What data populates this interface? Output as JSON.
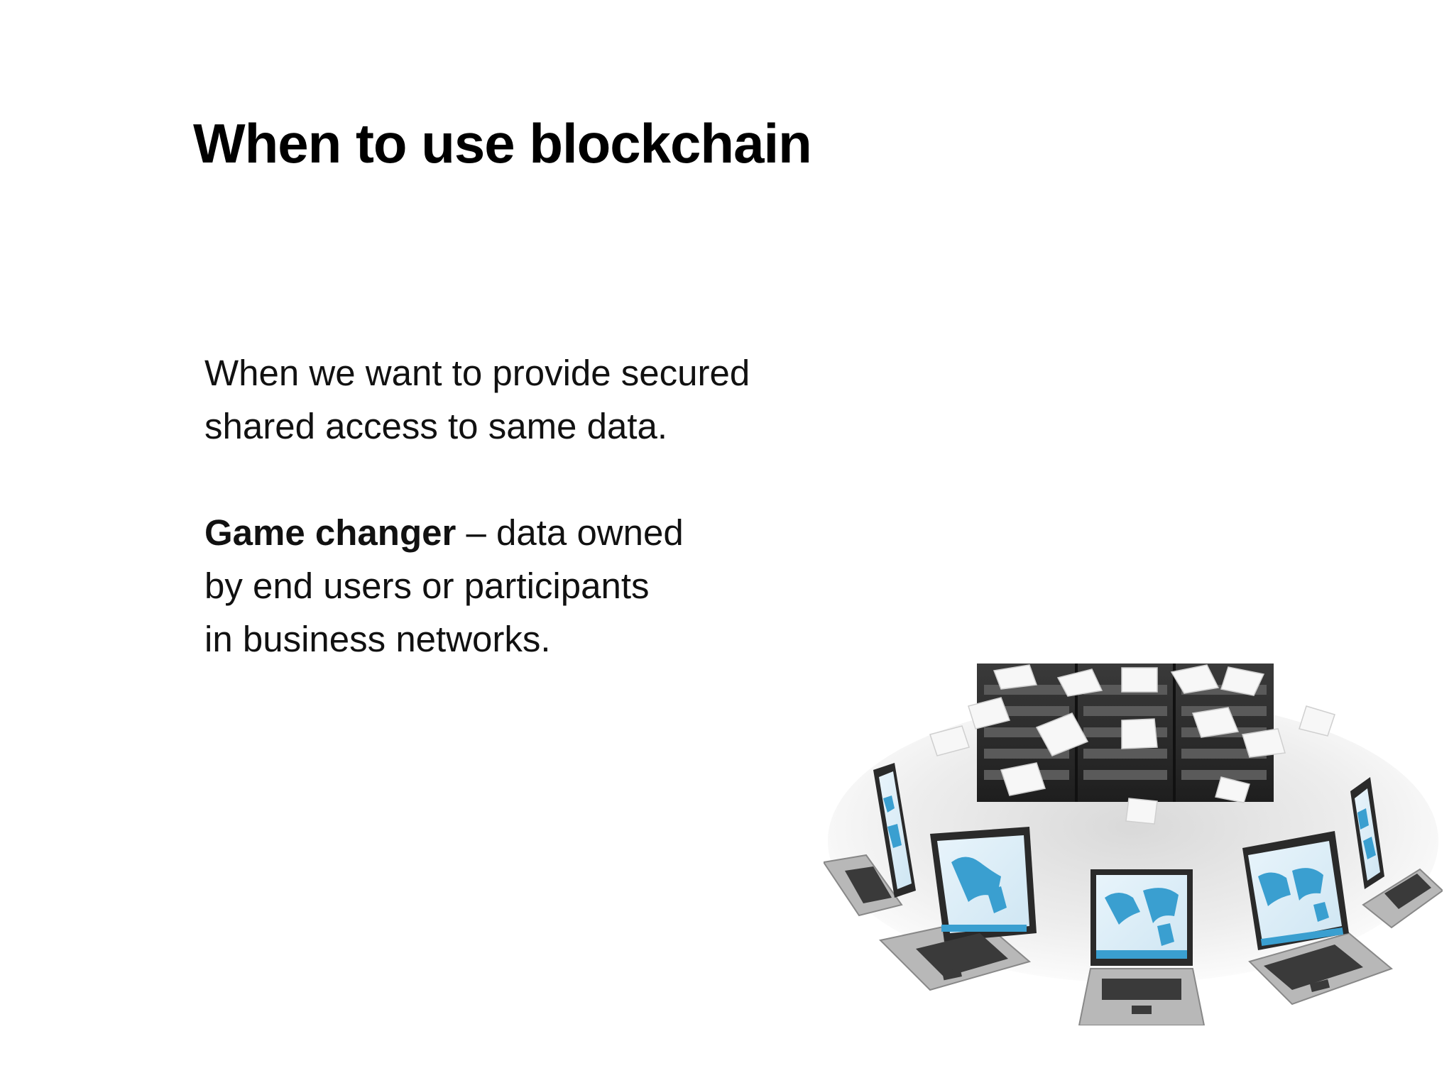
{
  "slide": {
    "title": "When to use blockchain",
    "paragraph1": {
      "line1": "When we want to provide secured",
      "line2": "shared access to same data."
    },
    "paragraph2": {
      "bold_lead": "Game changer",
      "rest_line1": " – data owned",
      "line2": "by end users or participants",
      "line3": "in business networks."
    },
    "illustration": {
      "icon": "network-servers-laptops-illustration"
    }
  },
  "colors": {
    "background": "#ffffff",
    "text": "#000000",
    "screen_blue": "#3a9fd0",
    "server_dark": "#2b2b2b",
    "laptop_gray": "#b8b8b8"
  }
}
